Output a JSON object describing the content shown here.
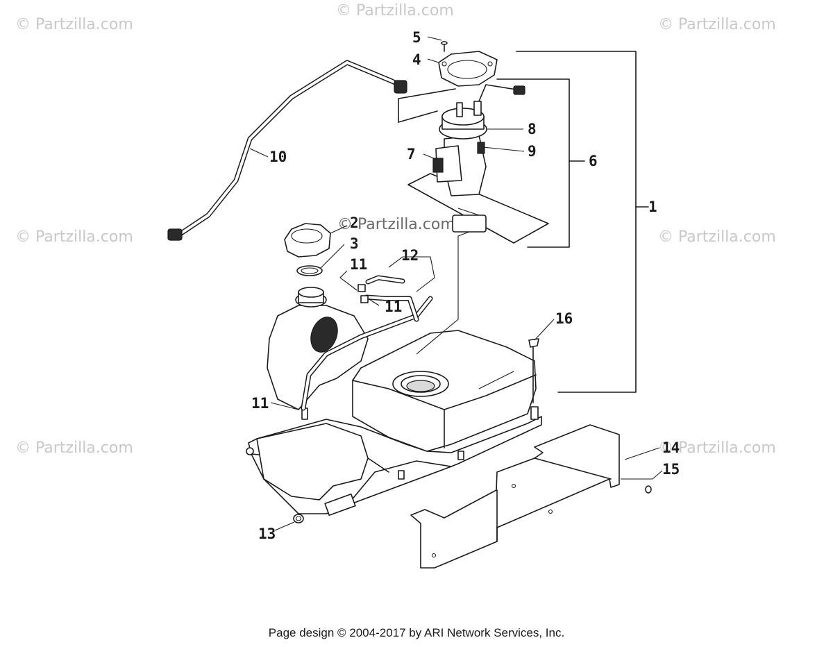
{
  "watermarks": {
    "brand": "© Partzilla.com",
    "center": "© Partzilla.com"
  },
  "callouts": {
    "c1": "1",
    "c2": "2",
    "c3": "3",
    "c4": "4",
    "c5": "5",
    "c6": "6",
    "c7": "7",
    "c8": "8",
    "c9": "9",
    "c10": "10",
    "c11a": "11",
    "c11b": "11",
    "c11c": "11",
    "c12": "12",
    "c13": "13",
    "c14": "14",
    "c15": "15",
    "c16": "16"
  },
  "footer": {
    "text": "Page design © 2004-2017 by ARI Network Services, Inc."
  }
}
